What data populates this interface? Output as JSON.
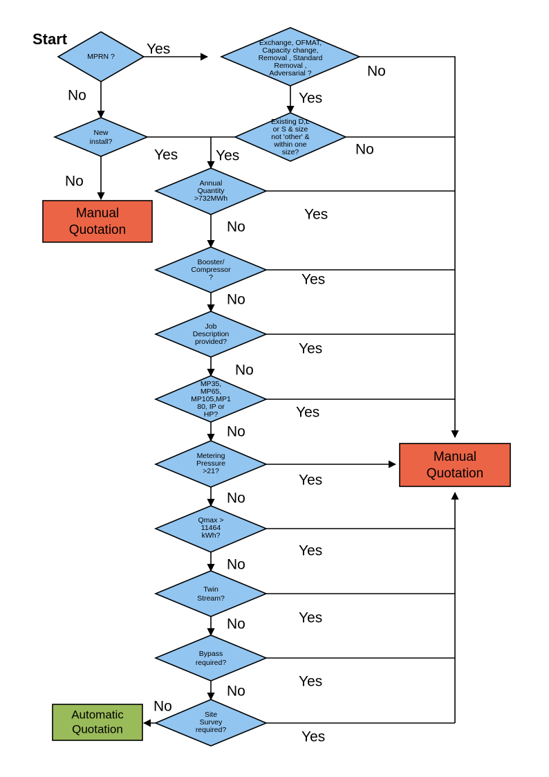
{
  "diagram": {
    "title_label": "Start",
    "colors": {
      "decision_fill": "#92C5F0",
      "manual_fill": "#EC6446",
      "automatic_fill": "#9ABB5A",
      "line": "#000000",
      "background": "#FFFFFF"
    },
    "decisions": [
      {
        "id": "mprn",
        "lines": [
          "MPRN ?"
        ]
      },
      {
        "id": "exchange",
        "lines": [
          "Exchange, OFMAT,",
          "Capacity change,",
          "Removal , Standard",
          "Removal ,",
          "Adversarial ?"
        ]
      },
      {
        "id": "newinstall",
        "lines": [
          "New",
          "install?"
        ]
      },
      {
        "id": "existing",
        "lines": [
          "Existing D,L",
          "or S & size",
          "not 'other' &",
          "within one",
          "size?"
        ]
      },
      {
        "id": "annual",
        "lines": [
          "Annual",
          "Quantity",
          ">732MWh"
        ]
      },
      {
        "id": "booster",
        "lines": [
          "Booster/",
          "Compressor",
          "?"
        ]
      },
      {
        "id": "jobdesc",
        "lines": [
          "Job",
          "Description",
          "provided?"
        ]
      },
      {
        "id": "mpclass",
        "lines": [
          "MP35,",
          "MP65,",
          "MP105,MP1",
          "80, IP or",
          "HP?"
        ]
      },
      {
        "id": "metering",
        "lines": [
          "Metering",
          "Pressure",
          ">21?"
        ]
      },
      {
        "id": "qmax",
        "lines": [
          "Qmax >",
          "11464",
          "kWh?"
        ]
      },
      {
        "id": "twin",
        "lines": [
          "Twin",
          "Stream?"
        ]
      },
      {
        "id": "bypass",
        "lines": [
          "Bypass",
          "required?"
        ]
      },
      {
        "id": "sitesurvey",
        "lines": [
          "Site",
          "Survey",
          "required?"
        ]
      }
    ],
    "terminals": [
      {
        "id": "manual-left",
        "lines": [
          "Manual",
          "Quotation"
        ]
      },
      {
        "id": "manual-right",
        "lines": [
          "Manual",
          "Quotation"
        ]
      },
      {
        "id": "automatic",
        "lines": [
          "Automatic",
          "Quotation"
        ]
      }
    ],
    "edge_labels": {
      "mprn_yes": "Yes",
      "mprn_no": "No",
      "exchange_no": "No",
      "exchange_yes": "Yes",
      "newinstall_yes": "Yes",
      "newinstall_no": "No",
      "existing_yes": "Yes",
      "existing_no": "No",
      "annual_yes": "Yes",
      "annual_no": "No",
      "booster_yes": "Yes",
      "booster_no": "No",
      "jobdesc_yes": "Yes",
      "jobdesc_no": "No",
      "mpclass_yes": "Yes",
      "mpclass_no": "No",
      "metering_yes": "Yes",
      "metering_no": "No",
      "qmax_yes": "Yes",
      "qmax_no": "No",
      "twin_yes": "Yes",
      "twin_no": "No",
      "bypass_yes": "Yes",
      "bypass_no": "No",
      "sitesurvey_yes": "Yes",
      "sitesurvey_no": "No"
    }
  }
}
